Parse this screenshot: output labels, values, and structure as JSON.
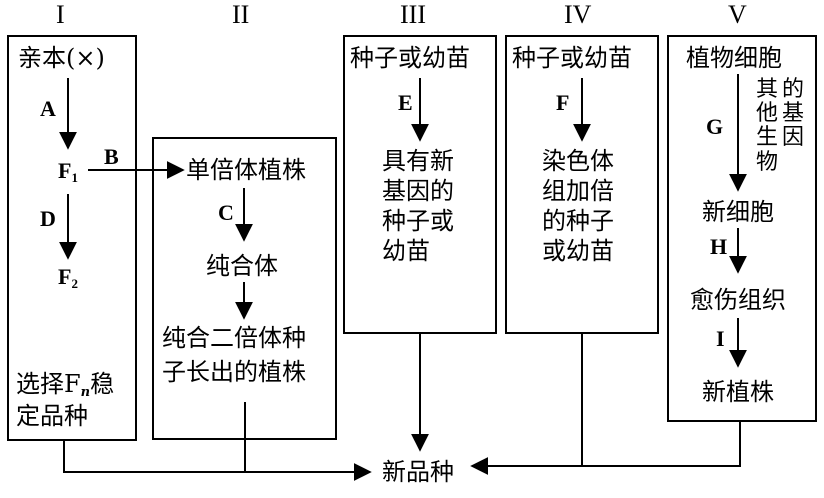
{
  "roman_numerals": [
    "I",
    "II",
    "III",
    "IV",
    "V"
  ],
  "col1": {
    "parent": "亲本(×)",
    "step_a": "A",
    "f1_base": "F",
    "f1_sub": "1",
    "step_b": "B",
    "step_d": "D",
    "f2_base": "F",
    "f2_sub": "2",
    "select_prefix": "选择F",
    "select_sub": "n",
    "select_suffix": "稳",
    "select_line2": "定品种"
  },
  "col2": {
    "haploid": "单倍体植株",
    "step_c": "C",
    "homozygote": "纯合体",
    "diploid_line1": "纯合二倍体种",
    "diploid_line2": "子长出的植株"
  },
  "col3": {
    "seed": "种子或幼苗",
    "step_e": "E",
    "result_lines": [
      "具有新",
      "基因的",
      "种子或",
      "幼苗"
    ]
  },
  "col4": {
    "seed": "种子或幼苗",
    "step_f": "F",
    "result_lines": [
      "染色体",
      "组加倍",
      "的种子",
      "或幼苗"
    ]
  },
  "col5": {
    "plant_cell": "植物细胞",
    "step_g": "G",
    "other_genes_left": [
      "其",
      "他",
      "生",
      "物"
    ],
    "other_genes_right": [
      "的",
      "基",
      "因"
    ],
    "new_cell": "新细胞",
    "step_h": "H",
    "callus": "愈伤组织",
    "step_i": "I",
    "new_plant": "新植株"
  },
  "final": "新品种"
}
